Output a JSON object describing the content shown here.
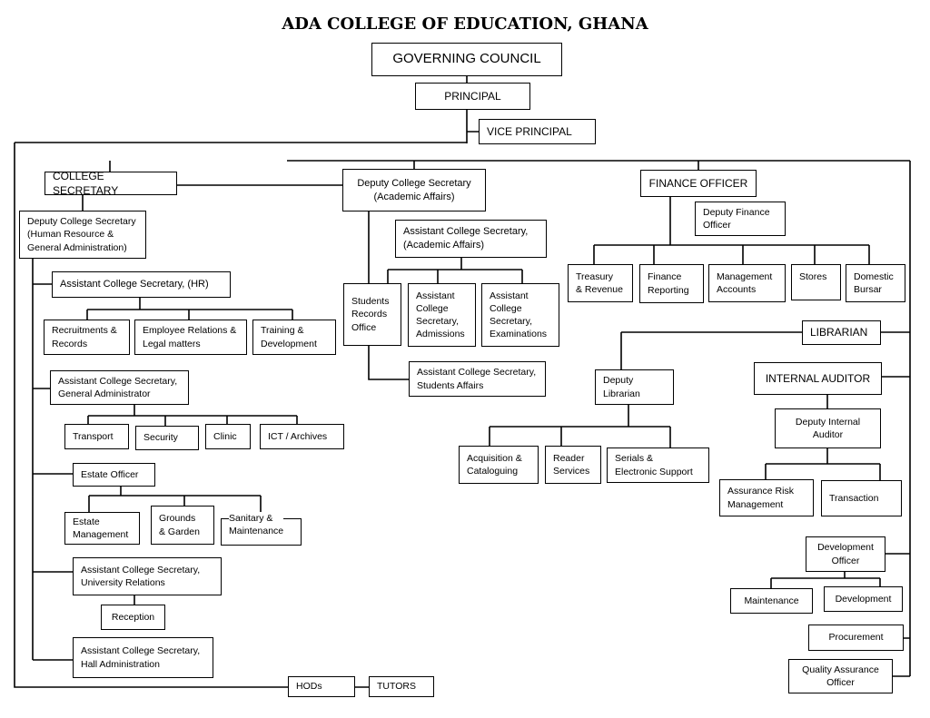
{
  "title": "ADA COLLEGE OF EDUCATION, GHANA",
  "nodes": {
    "governing_council": "GOVERNING COUNCIL",
    "principal": "PRINCIPAL",
    "vice_principal": "VICE PRINCIPAL",
    "college_secretary": "COLLEGE SECRETARY",
    "dcs_academic": "Deputy College Secretary\n(Academic Affairs)",
    "finance_officer": "FINANCE OFFICER",
    "dcs_hr": "Deputy College Secretary\n(Human Resource &\nGeneral Administration)",
    "acs_academic": "Assistant College Secretary,\n(Academic Affairs)",
    "deputy_finance_officer": "Deputy Finance\nOfficer",
    "acs_hr": "Assistant College Secretary, (HR)",
    "students_records": "Students\nRecords\nOffice",
    "acs_admissions": "Assistant\nCollege\nSecretary,\nAdmissions",
    "acs_examinations": "Assistant\nCollege\nSecretary,\nExaminations",
    "treasury": "Treasury\n& Revenue",
    "finance_reporting": "Finance\nReporting",
    "management_accounts": "Management\nAccounts",
    "stores": "Stores",
    "domestic_bursar": "Domestic\nBursar",
    "recruitments": "Recruitments &\nRecords",
    "employee_relations": "Employee Relations &\nLegal matters",
    "training": "Training &\nDevelopment",
    "librarian": "LIBRARIAN",
    "acs_general_admin": "Assistant College Secretary,\nGeneral Administrator",
    "acs_students_affairs": "Assistant College Secretary,\nStudents Affairs",
    "deputy_librarian": "Deputy\nLibrarian",
    "internal_auditor": "INTERNAL AUDITOR",
    "deputy_internal_auditor": "Deputy Internal\nAuditor",
    "transport": "Transport",
    "security": "Security",
    "clinic": "Clinic",
    "ict_archives": "ICT / Archives",
    "acquisition": "Acquisition &\nCataloguing",
    "reader_services": "Reader\nServices",
    "serials": "Serials &\nElectronic Support",
    "estate_officer": "Estate Officer",
    "assurance_risk": "Assurance Risk\nManagement",
    "transaction": "Transaction",
    "estate_management": "Estate\nManagement",
    "grounds_garden": "Grounds\n& Garden",
    "sanitary": "Sanitary &\nMaintenance",
    "development_officer": "Development\nOfficer",
    "acs_university_relations": "Assistant College Secretary,\nUniversity Relations",
    "maintenance": "Maintenance",
    "development": "Development",
    "reception": "Reception",
    "procurement": "Procurement",
    "acs_hall_admin": "Assistant College Secretary,\nHall Administration",
    "quality_assurance": "Quality Assurance\nOfficer",
    "hods": "HODs",
    "tutors": "TUTORS"
  },
  "line_color": "#000000"
}
